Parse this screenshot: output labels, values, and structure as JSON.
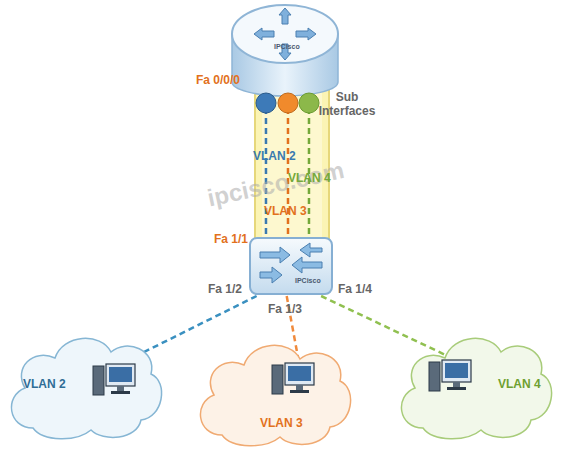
{
  "diagram": {
    "nodes": [
      {
        "text": [
          "IPCisco"
        ]
      },
      {
        "text": [
          "IPCisco"
        ]
      },
      {
        "text": [
          "VLAN 2"
        ]
      },
      {
        "text": [
          "VLAN 3"
        ]
      },
      {
        "text": [
          "VLAN 4"
        ]
      }
    ],
    "edges": [
      {
        "from": 0,
        "to": 1,
        "label": "VLAN 2",
        "arrow": "none"
      },
      {
        "from": 0,
        "to": 1,
        "label": "VLAN 3",
        "arrow": "none"
      },
      {
        "from": 0,
        "to": 1,
        "label": "VLAN 4",
        "arrow": "none"
      },
      {
        "from": 1,
        "to": 2,
        "arrow": "none"
      },
      {
        "from": 1,
        "to": 3,
        "arrow": "none"
      },
      {
        "from": 1,
        "to": 4,
        "arrow": "none"
      }
    ],
    "labels": [
      "Fa 0/0/0",
      "Sub Interfaces",
      "Fa 1/1",
      "Fa 1/2",
      "Fa 1/3",
      "Fa 1/4",
      "ipcisco.com"
    ]
  }
}
